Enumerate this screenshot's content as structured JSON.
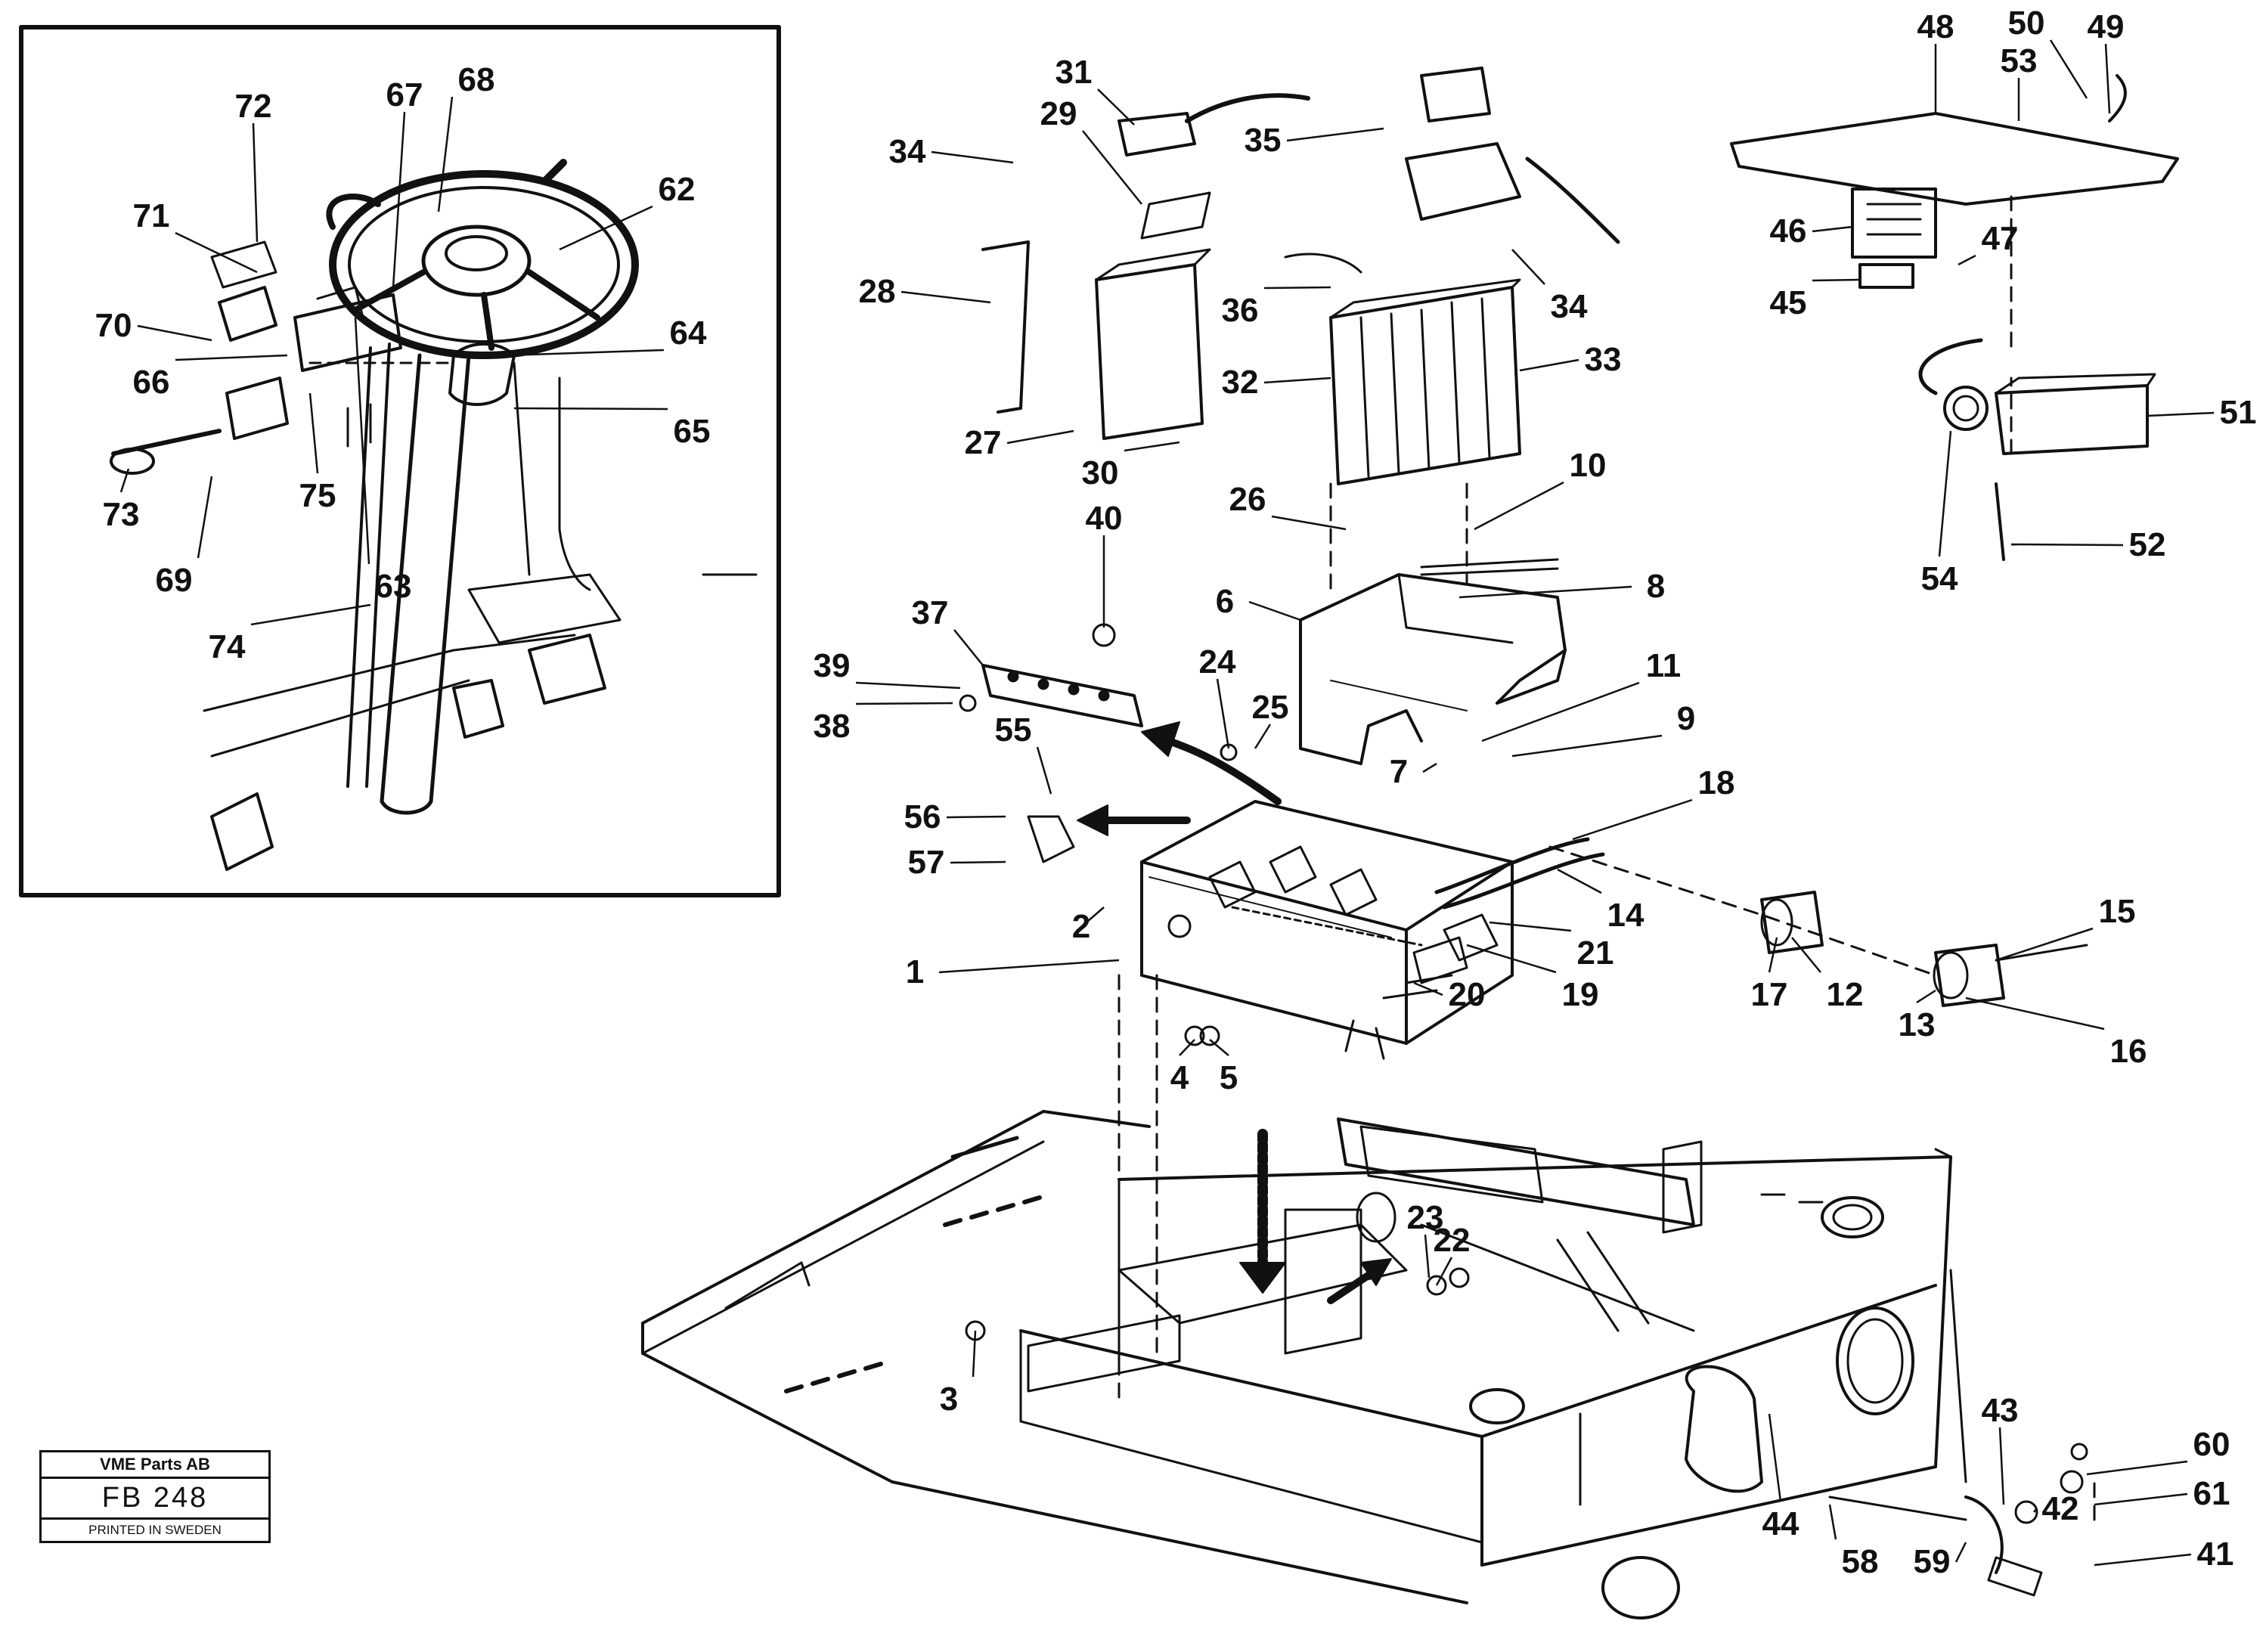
{
  "diagram": {
    "part_numbers": [
      "1",
      "2",
      "3",
      "4",
      "5",
      "6",
      "7",
      "8",
      "9",
      "10",
      "11",
      "12",
      "13",
      "14",
      "15",
      "16",
      "17",
      "18",
      "19",
      "20",
      "21",
      "22",
      "23",
      "24",
      "25",
      "26",
      "27",
      "28",
      "29",
      "30",
      "31",
      "32",
      "33",
      "34",
      "34",
      "35",
      "36",
      "37",
      "38",
      "39",
      "40",
      "41",
      "42",
      "43",
      "44",
      "45",
      "46",
      "47",
      "48",
      "49",
      "50",
      "51",
      "52",
      "53",
      "54",
      "55",
      "56",
      "57",
      "58",
      "59",
      "60",
      "61",
      "62",
      "63",
      "64",
      "65",
      "66",
      "67",
      "68",
      "69",
      "70",
      "71",
      "72",
      "73",
      "74",
      "75"
    ],
    "line_color": "#111111"
  },
  "stamp": {
    "company": "VME Parts AB",
    "code": "FB 248",
    "printed": "PRINTED IN SWEDEN"
  }
}
